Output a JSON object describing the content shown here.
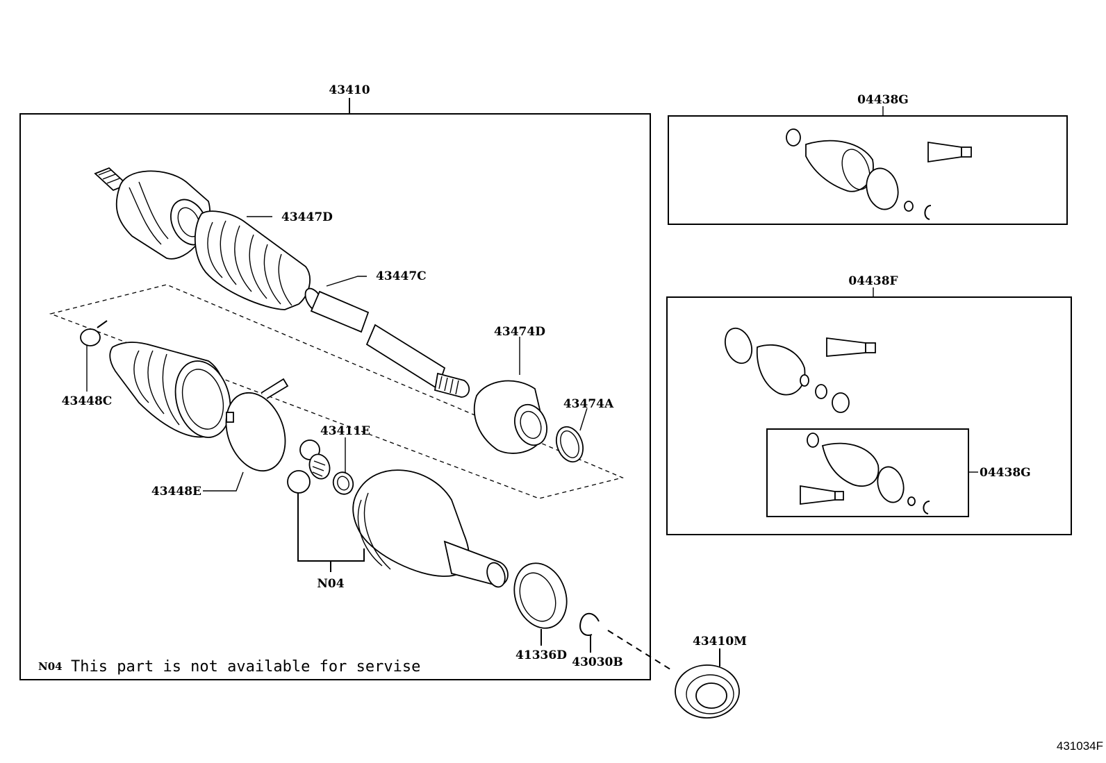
{
  "diagram": {
    "title_ref": "431034F",
    "main_assembly": {
      "part_no": "43410",
      "note_code": "N04",
      "note_text": "This part is not available for servise"
    },
    "callouts": [
      {
        "id": "43447D",
        "label": "43447D",
        "description": "outer CV joint boot"
      },
      {
        "id": "43447C",
        "label": "43447C",
        "description": "boot clamp"
      },
      {
        "id": "43474D",
        "label": "43474D",
        "description": "damper"
      },
      {
        "id": "43474A",
        "label": "43474A",
        "description": "damper clamp"
      },
      {
        "id": "43448C",
        "label": "43448C",
        "description": "inner boot small clamp"
      },
      {
        "id": "43448E",
        "label": "43448E",
        "description": "inner boot large clamp"
      },
      {
        "id": "43411E",
        "label": "43411E",
        "description": "snap ring"
      },
      {
        "id": "N04",
        "label": "N04",
        "description": "tripod joint & inner joint housing"
      },
      {
        "id": "41336D",
        "label": "41336D",
        "description": "dust seal"
      },
      {
        "id": "43030B",
        "label": "43030B",
        "description": "hole snap ring"
      },
      {
        "id": "43410M",
        "label": "43410M",
        "description": "bearing"
      }
    ],
    "kits": [
      {
        "id": "04438G-top",
        "label": "04438G",
        "description": "boot kit (inner)"
      },
      {
        "id": "04438F",
        "label": "04438F",
        "description": "boot kit (outer + inner)"
      },
      {
        "id": "04438G-nested",
        "label": "04438G",
        "description": "boot kit (nested)"
      }
    ]
  }
}
